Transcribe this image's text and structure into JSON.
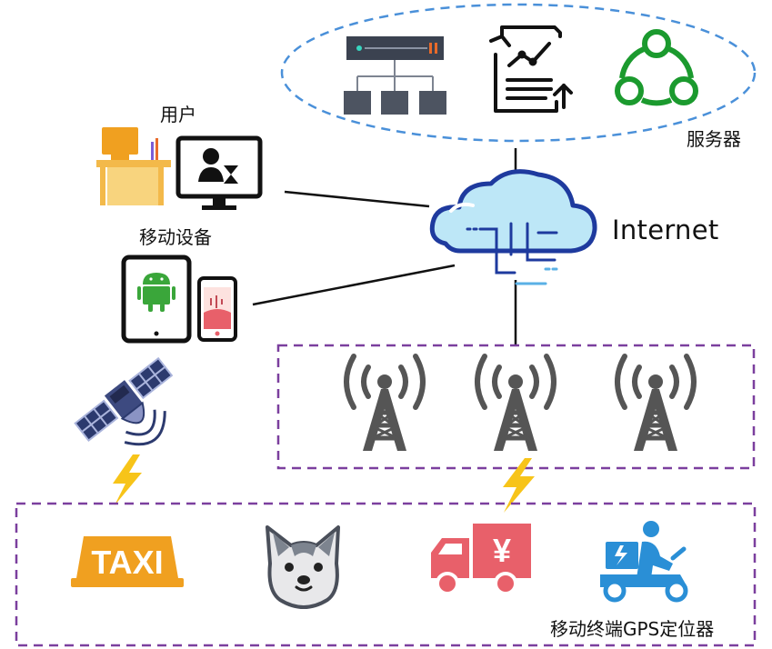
{
  "labels": {
    "user": "用户",
    "mobile_device": "移动设备",
    "servers": "服务器",
    "internet": "Internet",
    "terminal": "移动终端GPS定位器"
  },
  "icons": {
    "taxi_text": "TAXI",
    "yen_symbol": "¥"
  },
  "colors": {
    "server_group_border": "#4a90d9",
    "tower_group_border": "#7b3f9e",
    "terminal_group_border": "#7b3f9e",
    "cloud_fill": "#bde7f7",
    "cloud_outline": "#1e3a9e",
    "lightning": "#f7c419",
    "taxi": "#f0a020",
    "truck": "#e8606a",
    "scooter": "#2a8fd6",
    "tower": "#555555",
    "share": "#1b9a2e",
    "android": "#3aa63a"
  }
}
